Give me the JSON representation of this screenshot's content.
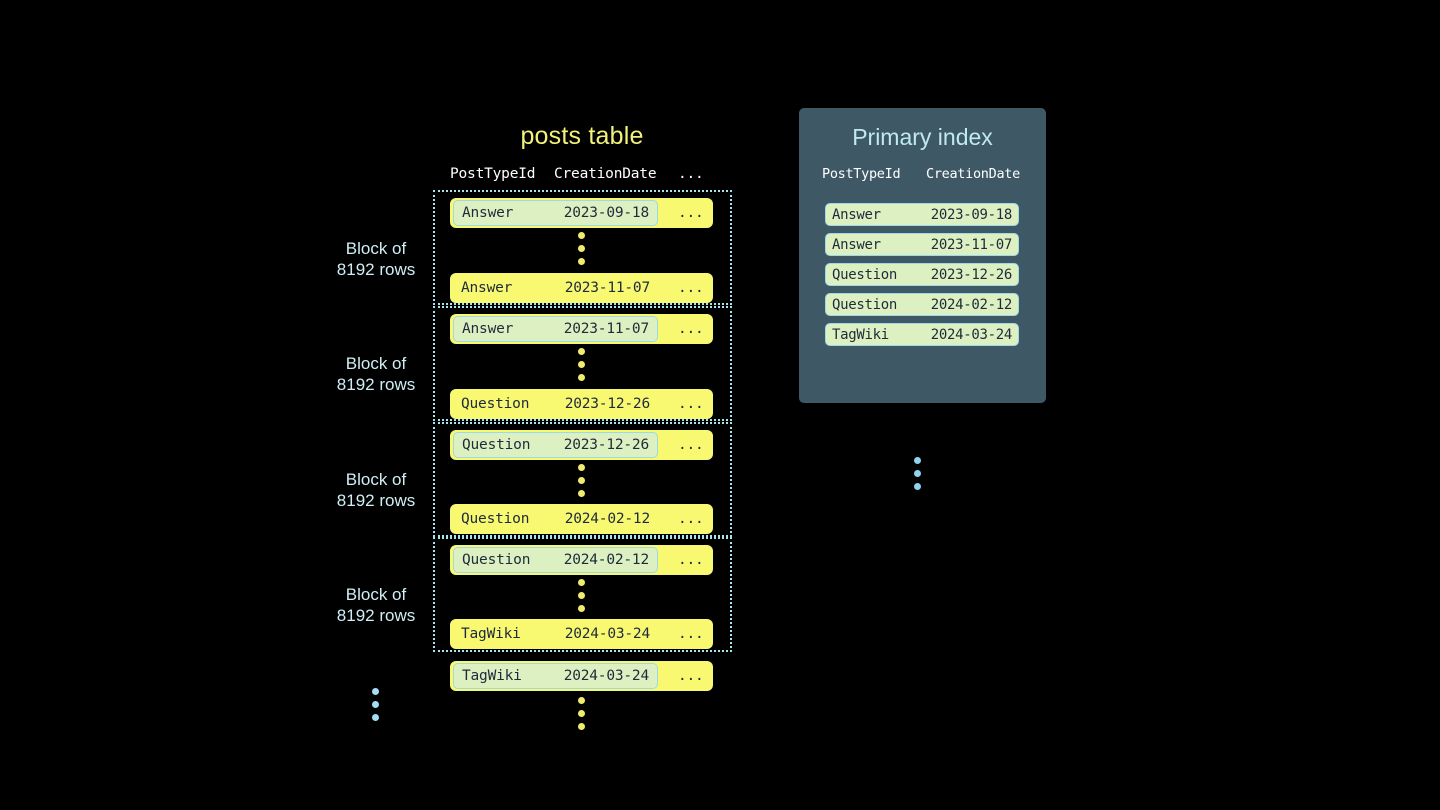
{
  "posts_table": {
    "title": "posts table",
    "columns": [
      "PostTypeId",
      "CreationDate",
      "..."
    ],
    "blocks": [
      {
        "label_line1": "Block of",
        "label_line2": "8192 rows",
        "first_row": {
          "type": "Answer",
          "date": "2023-09-18",
          "rest": "...",
          "highlight": true
        },
        "last_row": {
          "type": "Answer",
          "date": "2023-11-07",
          "rest": "...",
          "highlight": false
        }
      },
      {
        "label_line1": "Block of",
        "label_line2": "8192 rows",
        "first_row": {
          "type": "Answer",
          "date": "2023-11-07",
          "rest": "...",
          "highlight": true
        },
        "last_row": {
          "type": "Question",
          "date": "2023-12-26",
          "rest": "...",
          "highlight": false
        }
      },
      {
        "label_line1": "Block of",
        "label_line2": "8192 rows",
        "first_row": {
          "type": "Question",
          "date": "2023-12-26",
          "rest": "...",
          "highlight": true
        },
        "last_row": {
          "type": "Question",
          "date": "2024-02-12",
          "rest": "...",
          "highlight": false
        }
      },
      {
        "label_line1": "Block of",
        "label_line2": "8192 rows",
        "first_row": {
          "type": "Question",
          "date": "2024-02-12",
          "rest": "...",
          "highlight": true
        },
        "last_row": {
          "type": "TagWiki",
          "date": "2024-03-24",
          "rest": "...",
          "highlight": false
        }
      }
    ],
    "trailing_row": {
      "type": "TagWiki",
      "date": "2024-03-24",
      "rest": "...",
      "highlight": true
    },
    "ellipsis_icon": "vertical-ellipsis"
  },
  "primary_index": {
    "title": "Primary index",
    "columns": [
      "PostTypeId",
      "CreationDate"
    ],
    "rows": [
      {
        "type": "Answer",
        "date": "2023-09-18"
      },
      {
        "type": "Answer",
        "date": "2023-11-07"
      },
      {
        "type": "Question",
        "date": "2023-12-26"
      },
      {
        "type": "Question",
        "date": "2024-02-12"
      },
      {
        "type": "TagWiki",
        "date": "2024-03-24"
      }
    ],
    "ellipsis_icon": "vertical-ellipsis"
  },
  "colors": {
    "background": "#000000",
    "row_yellow": "#f9f871",
    "highlight_green": "#ddf0c2",
    "accent_cyan": "#a8e6ef",
    "panel_slate": "#3f5866",
    "title_yellow": "#f2f27a",
    "text_dark": "#1d2b3a"
  }
}
